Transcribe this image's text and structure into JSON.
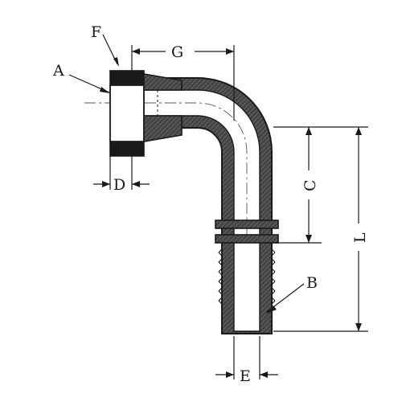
{
  "labels": {
    "a": "A",
    "b": "B",
    "c": "C",
    "d": "D",
    "e": "E",
    "f": "F",
    "g": "G",
    "l": "L"
  },
  "colors": {
    "ink": "#1a1a1a",
    "body": "#4a4a4a",
    "hatch": "#2a2a2a",
    "bore": "#ffffff"
  }
}
